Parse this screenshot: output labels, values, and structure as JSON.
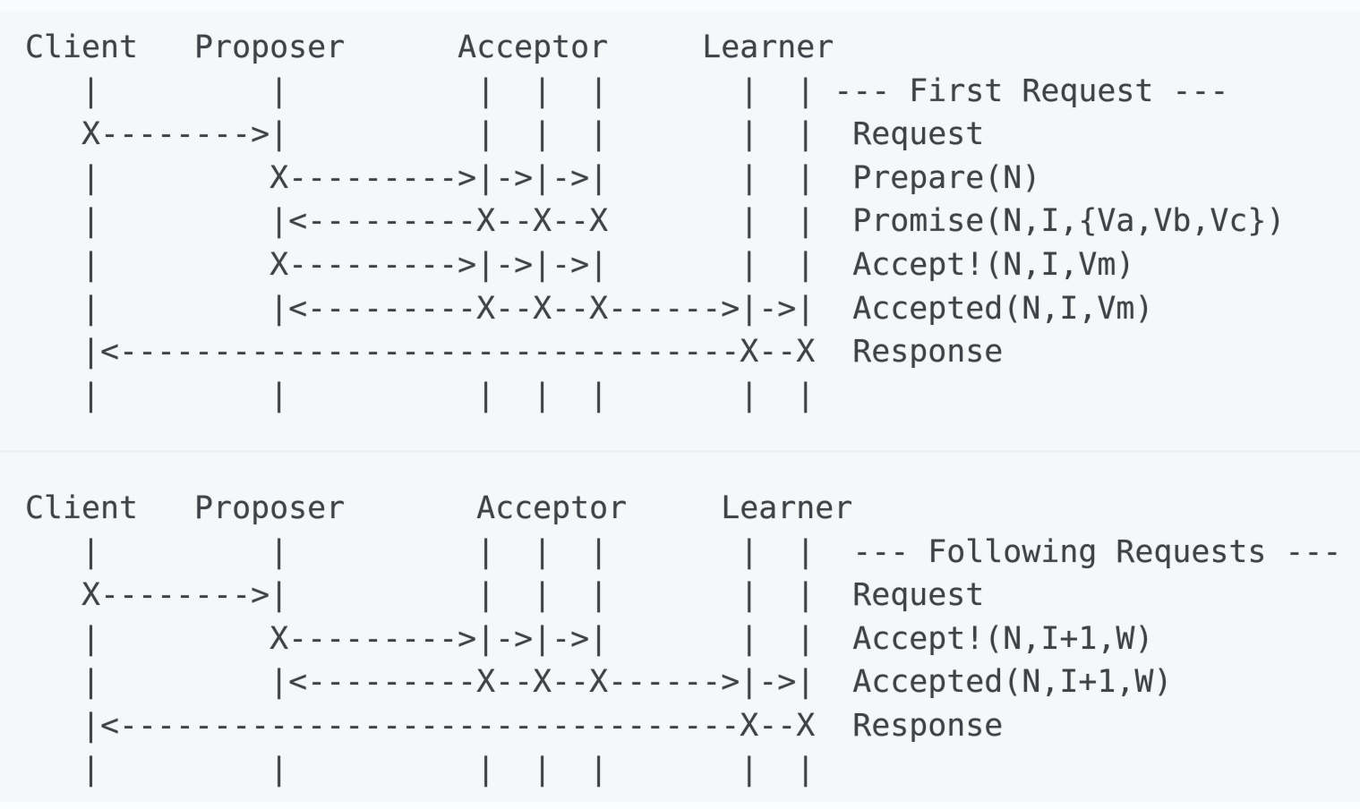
{
  "colors": {
    "background": "#f5f7f8",
    "text": "#3f4348",
    "divider": "#edeff2"
  },
  "diagrams": [
    {
      "name": "first-request",
      "title": "--- First Request ---",
      "participants": [
        "Client",
        "Proposer",
        "Acceptor",
        "Learner"
      ],
      "message_labels": [
        "Request",
        "Prepare(N)",
        "Promise(N,I,{Va,Vb,Vc})",
        "Accept!(N,I,Vm)",
        "Accepted(N,I,Vm)",
        "Response"
      ],
      "ascii": "Client   Proposer      Acceptor     Learner\n   |         |          |  |  |       |  | --- First Request ---\n   X-------->|          |  |  |       |  |  Request\n   |         X--------->|->|->|       |  |  Prepare(N)\n   |         |<---------X--X--X       |  |  Promise(N,I,{Va,Vb,Vc})\n   |         X--------->|->|->|       |  |  Accept!(N,I,Vm)\n   |         |<---------X--X--X------>|->|  Accepted(N,I,Vm)\n   |<---------------------------------X--X  Response\n   |         |          |  |  |       |  |"
    },
    {
      "name": "following-requests",
      "title": "--- Following Requests ---",
      "participants": [
        "Client",
        "Proposer",
        "Acceptor",
        "Learner"
      ],
      "message_labels": [
        "Request",
        "Accept!(N,I+1,W)",
        "Accepted(N,I+1,W)",
        "Response"
      ],
      "ascii": "Client   Proposer       Acceptor     Learner\n   |         |          |  |  |       |  |  --- Following Requests ---\n   X-------->|          |  |  |       |  |  Request\n   |         X--------->|->|->|       |  |  Accept!(N,I+1,W)\n   |         |<---------X--X--X------>|->|  Accepted(N,I+1,W)\n   |<---------------------------------X--X  Response\n   |         |          |  |  |       |  |"
    }
  ]
}
